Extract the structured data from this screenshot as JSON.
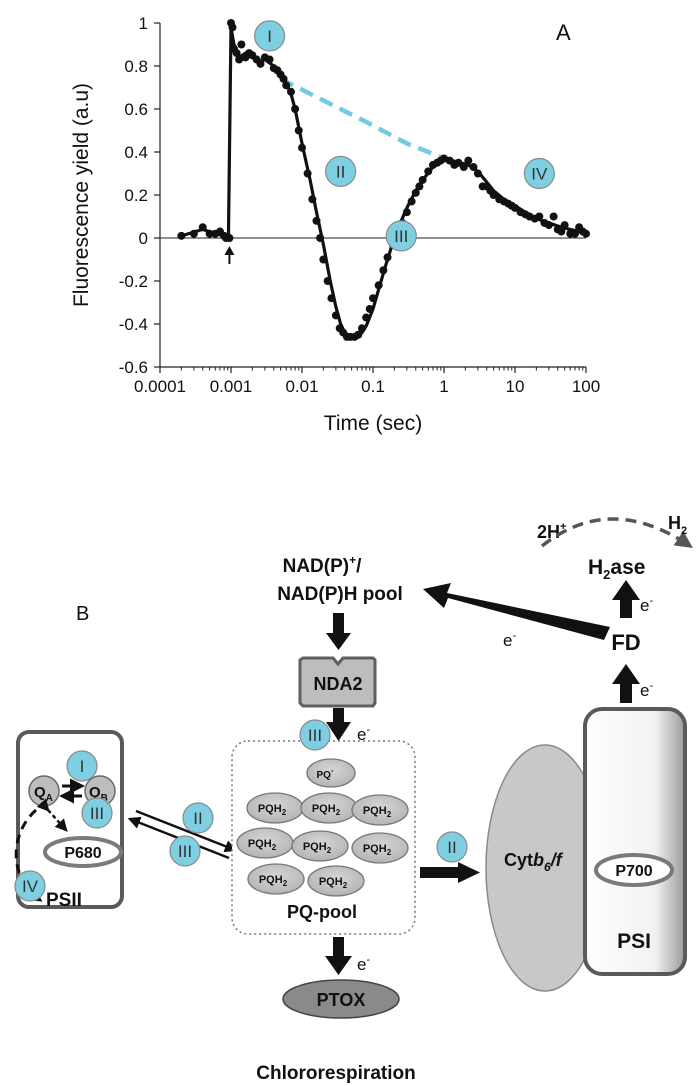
{
  "colors": {
    "accent": "#7fcfe3",
    "dash": "#74c9e4",
    "box_fill": "#bdbdbd",
    "box_stroke": "#5a5a5a",
    "text": "#111111"
  },
  "chart_data": {
    "type": "scatter",
    "panel_label": "A",
    "xlabel": "Time (sec)",
    "ylabel": "Fluorescence yield (a.u)",
    "x_scale": "log",
    "xlim": [
      0.0001,
      100
    ],
    "ylim": [
      -0.6,
      1.0
    ],
    "x_tick_labels": [
      "0.0001",
      "0.001",
      "0.01",
      "0.1",
      "1",
      "10",
      "100"
    ],
    "y_tick_labels": [
      "-0.6",
      "-0.4",
      "-0.2",
      "0",
      "0.2",
      "0.4",
      "0.6",
      "0.8",
      "1"
    ],
    "grid": false,
    "flash_arrow_x": 0.00095,
    "phase_labels": [
      {
        "label": "I",
        "x": 0.0035,
        "y": 0.94
      },
      {
        "label": "II",
        "x": 0.035,
        "y": 0.31
      },
      {
        "label": "III",
        "x": 0.25,
        "y": 0.01
      },
      {
        "label": "IV",
        "x": 22,
        "y": 0.3
      }
    ],
    "series": [
      {
        "kind": "measured-points",
        "x": [
          0.0002,
          0.0003,
          0.0004,
          0.0005,
          0.0006,
          0.0007,
          0.0008,
          0.00085,
          0.00095,
          0.001,
          0.00105,
          0.0011,
          0.0012,
          0.0013,
          0.0014,
          0.0016,
          0.0018,
          0.002,
          0.0023,
          0.0026,
          0.003,
          0.0035,
          0.004,
          0.0045,
          0.005,
          0.0055,
          0.006,
          0.007,
          0.008,
          0.009,
          0.01,
          0.012,
          0.014,
          0.016,
          0.018,
          0.02,
          0.023,
          0.026,
          0.03,
          0.034,
          0.038,
          0.043,
          0.048,
          0.055,
          0.062,
          0.07,
          0.08,
          0.09,
          0.1,
          0.12,
          0.14,
          0.16,
          0.19,
          0.22,
          0.26,
          0.3,
          0.35,
          0.4,
          0.45,
          0.5,
          0.6,
          0.7,
          0.8,
          0.9,
          1.0,
          1.2,
          1.4,
          1.6,
          1.9,
          2.2,
          2.6,
          3.0,
          3.5,
          4.0,
          4.5,
          5.0,
          6.0,
          7.0,
          8.0,
          9.0,
          10,
          12,
          14,
          16,
          19,
          22,
          26,
          30,
          35,
          40,
          45,
          50,
          60,
          70,
          80,
          90,
          100
        ],
        "y": [
          0.01,
          0.02,
          0.05,
          0.02,
          0.02,
          0.03,
          0.01,
          0.0,
          0.0,
          1.0,
          0.98,
          0.88,
          0.86,
          0.83,
          0.9,
          0.84,
          0.86,
          0.85,
          0.83,
          0.81,
          0.84,
          0.83,
          0.79,
          0.78,
          0.76,
          0.74,
          0.71,
          0.68,
          0.6,
          0.5,
          0.42,
          0.3,
          0.18,
          0.08,
          0.0,
          -0.1,
          -0.2,
          -0.28,
          -0.36,
          -0.42,
          -0.44,
          -0.46,
          -0.46,
          -0.46,
          -0.45,
          -0.42,
          -0.37,
          -0.33,
          -0.28,
          -0.22,
          -0.15,
          -0.09,
          -0.03,
          0.02,
          0.07,
          0.12,
          0.17,
          0.21,
          0.24,
          0.27,
          0.31,
          0.34,
          0.35,
          0.36,
          0.37,
          0.36,
          0.34,
          0.35,
          0.33,
          0.36,
          0.33,
          0.3,
          0.24,
          0.24,
          0.22,
          0.2,
          0.18,
          0.17,
          0.16,
          0.15,
          0.14,
          0.12,
          0.11,
          0.1,
          0.09,
          0.1,
          0.07,
          0.06,
          0.1,
          0.04,
          0.03,
          0.06,
          0.02,
          0.02,
          0.05,
          0.03,
          0.02
        ]
      },
      {
        "kind": "fit-line",
        "x": [
          0.0002,
          0.0004,
          0.0006,
          0.0008,
          0.00092,
          0.001,
          0.0011,
          0.0013,
          0.0016,
          0.002,
          0.0025,
          0.003,
          0.004,
          0.005,
          0.006,
          0.007,
          0.008,
          0.01,
          0.013,
          0.016,
          0.02,
          0.025,
          0.03,
          0.035,
          0.04,
          0.05,
          0.06,
          0.07,
          0.08,
          0.1,
          0.13,
          0.16,
          0.2,
          0.25,
          0.3,
          0.4,
          0.5,
          0.7,
          1.0,
          1.3,
          1.7,
          2.2,
          3.0,
          4.0,
          5.0,
          7.0,
          10,
          14,
          20,
          30,
          45,
          60,
          80,
          100
        ],
        "y": [
          0.01,
          0.04,
          0.02,
          0.01,
          0.0,
          0.98,
          0.9,
          0.84,
          0.86,
          0.84,
          0.82,
          0.83,
          0.8,
          0.76,
          0.72,
          0.67,
          0.6,
          0.44,
          0.27,
          0.12,
          -0.03,
          -0.2,
          -0.32,
          -0.4,
          -0.44,
          -0.46,
          -0.46,
          -0.44,
          -0.41,
          -0.33,
          -0.2,
          -0.1,
          0.0,
          0.08,
          0.14,
          0.22,
          0.27,
          0.33,
          0.36,
          0.36,
          0.35,
          0.34,
          0.31,
          0.26,
          0.22,
          0.18,
          0.15,
          0.12,
          0.09,
          0.07,
          0.05,
          0.04,
          0.03,
          0.02
        ]
      },
      {
        "kind": "extrapolation-dashed",
        "x": [
          0.005,
          0.02,
          0.08,
          0.3,
          1.2
        ],
        "y": [
          0.74,
          0.64,
          0.54,
          0.44,
          0.36
        ]
      }
    ]
  },
  "diagram": {
    "panel_label": "B",
    "roman": [
      "I",
      "II",
      "III",
      "IV"
    ],
    "electron": "e",
    "minus": "-",
    "nadph_line1": "NAD(P)",
    "nadph_plus": "+",
    "nadph_slash": "/",
    "nadph_line2": "NAD(P)H pool",
    "nda2": "NDA2",
    "two_h": "2H",
    "plus": "+",
    "h": "H",
    "two": "2",
    "h2ase_rest": "ase",
    "fd": "FD",
    "q": "Q",
    "qa_sub": "A",
    "qb_sub": "B",
    "p680": "P680",
    "psii": "PSII",
    "pq_minus_base": "PQ",
    "pqh2_base": "PQH",
    "pq_pool": "PQ-pool",
    "cyt_prefix": "Cyt",
    "cyt_b": "b",
    "cyt_sub": "6",
    "cyt_suffix": "/f",
    "p700": "P700",
    "psi": "PSI",
    "ptox": "PTOX",
    "chlororespiration": "Chlororespiration"
  }
}
